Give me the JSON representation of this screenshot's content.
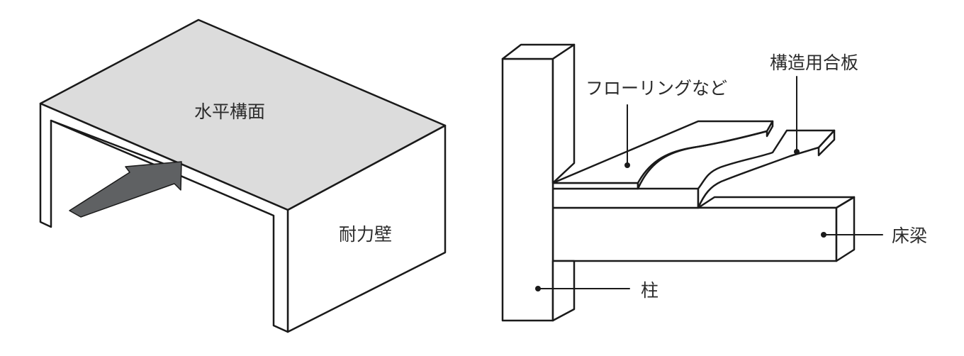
{
  "left_diagram": {
    "labels": {
      "horizontal_plane": "水平構面",
      "bearing_wall": "耐力壁"
    },
    "colors": {
      "plane_fill": "#dcdcdc",
      "arrow_fill": "#5f6163",
      "stroke": "#1a1a1a"
    }
  },
  "right_diagram": {
    "labels": {
      "flooring": "フローリングなど",
      "structural_plywood": "構造用合板",
      "floor_beam": "床梁",
      "column": "柱"
    },
    "colors": {
      "stroke": "#1a1a1a",
      "fill": "#ffffff"
    }
  }
}
